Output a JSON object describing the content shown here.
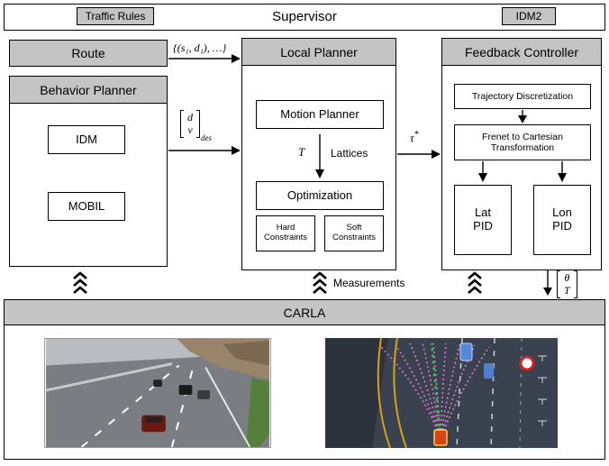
{
  "colors": {
    "header_gray": "#c4c4c4",
    "box_border": "#000000",
    "trajectory_pink": "#e87ad8",
    "selected_path_green": "#35c24a",
    "ego_red": "#d84315"
  },
  "supervisor": {
    "title": "Supervisor",
    "traffic_rules": "Traffic Rules",
    "idm2": "IDM2"
  },
  "route": {
    "label": "Route"
  },
  "behavior_planner": {
    "title": "Behavior Planner",
    "idm": "IDM",
    "mobil": "MOBIL"
  },
  "local_planner": {
    "title": "Local Planner",
    "motion_planner": "Motion Planner",
    "trajectory_symbol": "T",
    "lattices_label": "Lattices",
    "optimization": "Optimization",
    "hard_constraints": "Hard Constraints",
    "soft_constraints": "Soft Constraints"
  },
  "feedback_controller": {
    "title": "Feedback Controller",
    "trajectory_discretization": "Trajectory Discretization",
    "frenet_to_cartesian": "Frenet to Cartesian Transformation",
    "lat_pid": "Lat PID",
    "lon_pid": "Lon PID"
  },
  "signals": {
    "route_set": "{(s₁, d₁), …}",
    "des_vector": {
      "top": "d",
      "bottom": "v",
      "subscript": "des"
    },
    "tau": {
      "base": "τ",
      "sup": "*"
    },
    "measurements": "Measurements",
    "control_vector": {
      "top": "θ",
      "bottom": "T"
    }
  },
  "carla": {
    "title": "CARLA"
  }
}
